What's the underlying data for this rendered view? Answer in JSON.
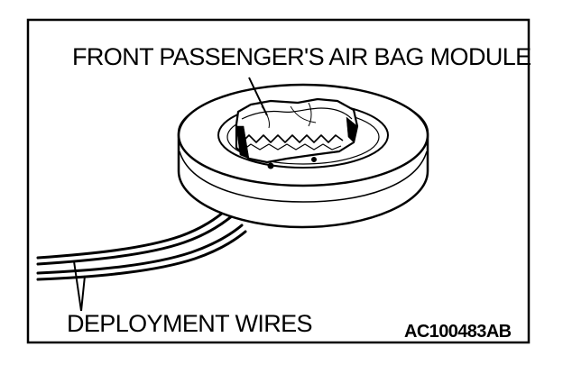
{
  "labels": {
    "module": "FRONT PASSENGER'S AIR BAG MODULE",
    "wires": "DEPLOYMENT WIRES",
    "figure_code": "AC100483AB"
  },
  "colors": {
    "ink": "#000000",
    "paper": "#ffffff"
  }
}
